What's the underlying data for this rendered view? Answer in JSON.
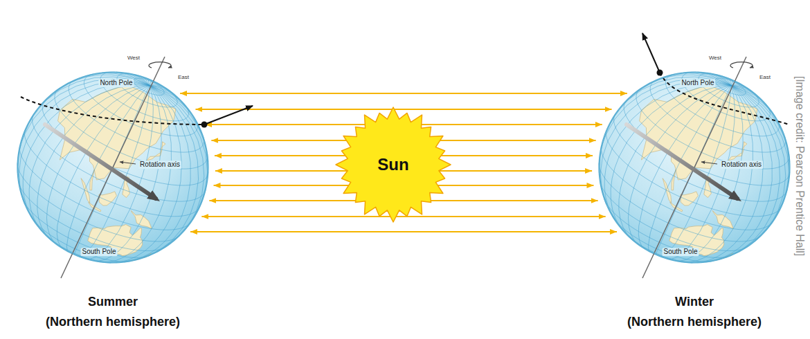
{
  "diagram": {
    "nodes": [
      {
        "text": [
          "North Pole",
          "Rotation axis",
          "South Pole"
        ]
      },
      {
        "text": [
          "Sun"
        ]
      },
      {
        "text": [
          "North Pole",
          "Rotation axis",
          "South Pole"
        ]
      }
    ],
    "labels": [
      "West",
      "East",
      "West",
      "East",
      "Summer",
      "(Northern hemisphere)",
      "Winter",
      "(Northern hemisphere)",
      "[Image credit: Pearson Prentice Hall]"
    ]
  }
}
